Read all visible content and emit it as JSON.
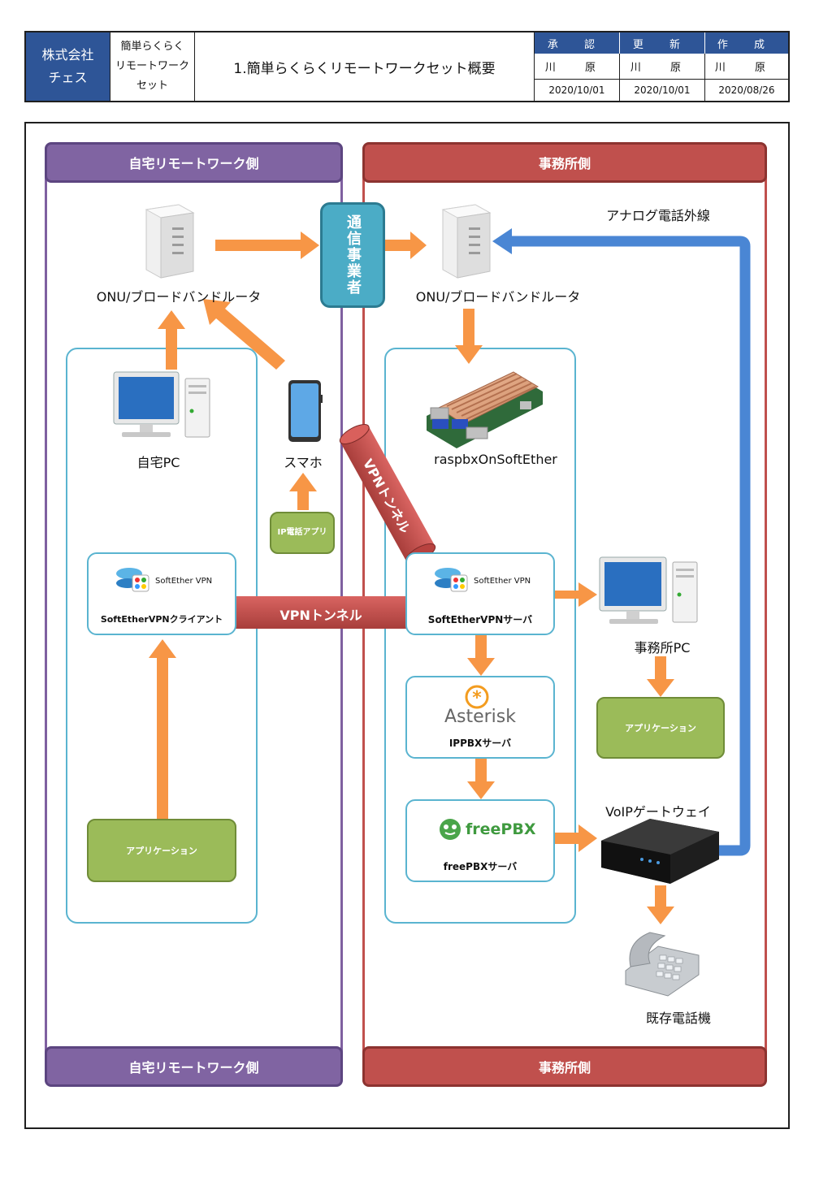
{
  "header": {
    "company": "株式会社チェス",
    "company_lines": [
      "株式会社",
      "チェス"
    ],
    "set_lines": [
      "簡単らくらく",
      "リモートワーク",
      "セット"
    ],
    "title": "1.簡単らくらくリモートワークセット概要",
    "approval": {
      "head": "承 認",
      "name": "川 原",
      "date": "2020/10/01"
    },
    "update": {
      "head": "更 新",
      "name": "川 原",
      "date": "2020/10/01"
    },
    "create": {
      "head": "作 成",
      "name": "川 原",
      "date": "2020/08/26"
    }
  },
  "zones": {
    "home_top": "自宅リモートワーク側",
    "home_bottom": "自宅リモートワーク側",
    "office_top": "事務所側",
    "office_bottom": "事務所側"
  },
  "nodes": {
    "home_router": "ONU/ブロードバンドルータ",
    "office_router": "ONU/ブロードバンドルータ",
    "carrier": "通信事業者",
    "home_pc": "自宅PC",
    "smartphone": "スマホ",
    "ip_phone_app": "IP電話アプリ",
    "raspbx": "raspbxOnSoftEther",
    "softether_logo": "SoftEther VPN",
    "softether_client": "SoftEtherVPNクライアント",
    "softether_server": "SoftEtherVPNサーバ",
    "vpn_tunnel_1": "VPNトンネル",
    "vpn_tunnel_2": "VPNトンネル",
    "home_app": "アプリケーション",
    "office_pc": "事務所PC",
    "office_app": "アプリケーション",
    "asterisk_logo": "Asterisk",
    "ippbx": "IPPBXサーバ",
    "freepbx_logo": "freePBX",
    "freepbx_server": "freePBXサーバ",
    "voip_gateway": "VoIPゲートウェイ",
    "analog_line": "アナログ電話外線",
    "legacy_phone": "既存電話機"
  },
  "colors": {
    "home_zone": "#7f60a0",
    "office_zone": "#c0504d",
    "header_blue": "#2e5597",
    "arrow_orange": "#f79646",
    "arrow_blue": "#4a86d4",
    "inner_border": "#5ab4d0",
    "carrier_teal": "#4bacc6",
    "app_green": "#9bbb59",
    "tunnel_red": "#c0504d"
  }
}
